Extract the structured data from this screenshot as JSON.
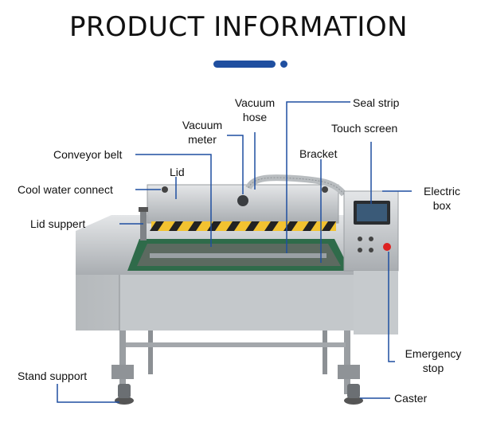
{
  "header": {
    "title": "PRODUCT INFORMATION"
  },
  "labels": {
    "vacuum_hose": [
      "Vacuum",
      "hose"
    ],
    "seal_strip": "Seal strip",
    "vacuum_meter": [
      "Vacuum",
      "meter"
    ],
    "touch_screen": "Touch screen",
    "conveyor_belt": "Conveyor belt",
    "bracket": "Bracket",
    "lid": "Lid",
    "cool_water_connect": "Cool water connect",
    "electric_box": [
      "Electric",
      "box"
    ],
    "lid_support": "Lid suppert",
    "emergency_stop": [
      "Emergency",
      "stop"
    ],
    "stand_support": "Stand support",
    "caster": "Caster"
  },
  "colors": {
    "accent": "#1f4fa0",
    "leader_line": "#1f4fa0",
    "steel": "#c9ccce",
    "screen": "#3a5a78"
  }
}
